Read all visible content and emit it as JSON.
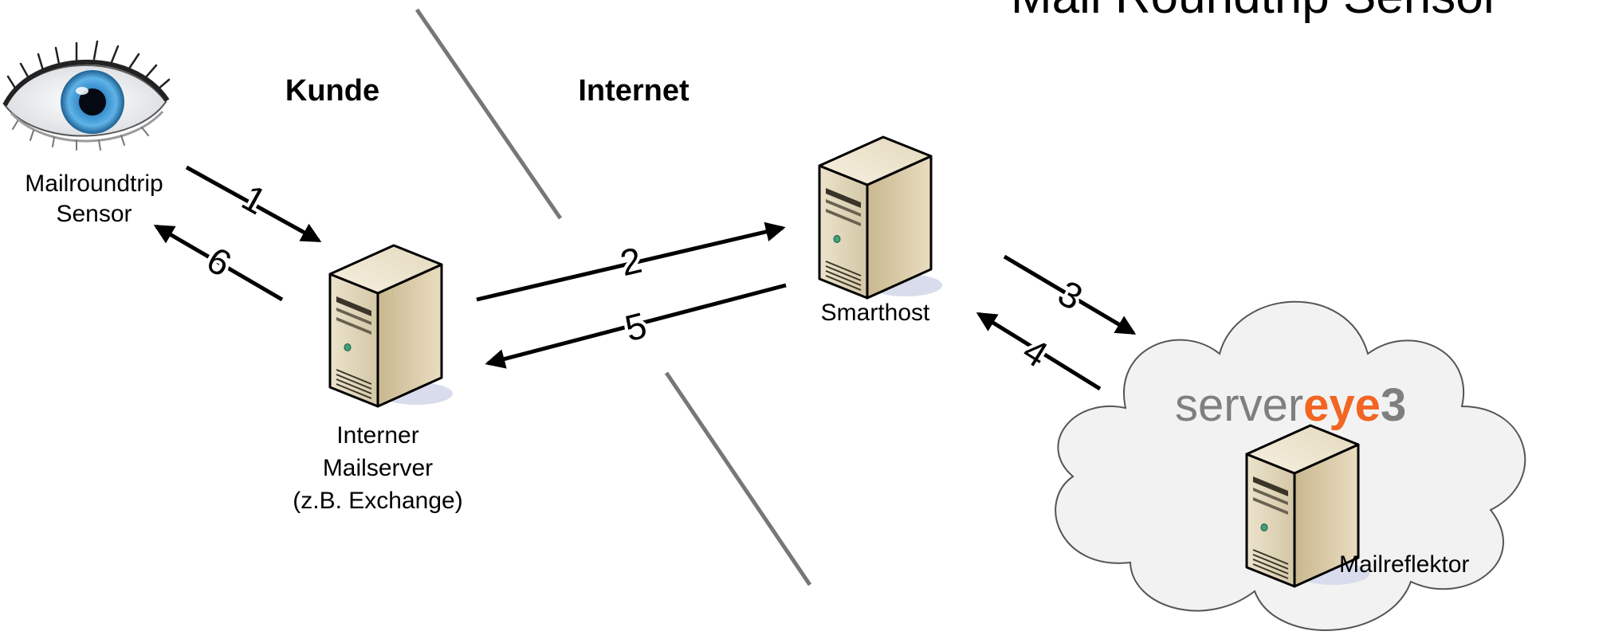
{
  "title": "Mail Roundtrip Sensor",
  "zones": {
    "customer": "Kunde",
    "internet": "Internet"
  },
  "nodes": {
    "sensor": [
      "Mailroundtrip",
      "Sensor"
    ],
    "mailserver": [
      "Interner",
      "Mailserver",
      "(z.B. Exchange)"
    ],
    "smarthost": "Smarthost",
    "reflector": "Mailreflektor"
  },
  "logo": {
    "part1": "server",
    "part2": "eye",
    "part3": "3",
    "colors": {
      "gray": "#7f7f7f",
      "orange": "#f26522"
    }
  },
  "steps": [
    "1",
    "2",
    "3",
    "4",
    "5",
    "6"
  ],
  "icons": {
    "sensor": "eye-icon",
    "mailserver": "server-icon",
    "smarthost": "server-icon",
    "reflector": "server-icon",
    "cloud": "cloud-icon"
  }
}
